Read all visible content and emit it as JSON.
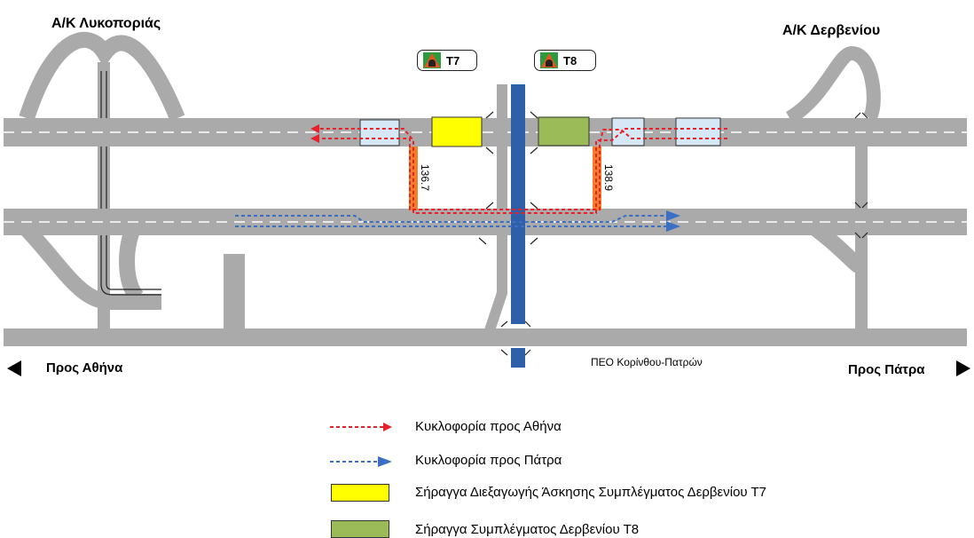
{
  "labels": {
    "node_left": "Α/Κ Λυκοποριάς",
    "node_right": "Α/Κ Δερβενίου",
    "dir_left": "Προς Αθήνα",
    "dir_right": "Προς Πάτρα",
    "road_old": "ΠΕΟ Κορίνθου-Πατρών",
    "km_left": "136.7",
    "km_right": "138.9"
  },
  "signs": {
    "t7": "T7",
    "t8": "T8"
  },
  "legend": {
    "red_traffic": "Κυκλοφορία προς Αθήνα",
    "blue_traffic": "Κυκλοφορία προς Πάτρα",
    "yellow_tunnel": "Σήραγγα Διεξαγωγής Άσκησης Συμπλέγματος Δερβενίου Τ7",
    "green_tunnel": "Σήραγγα Συμπλέγματος Δερβενίου Τ8"
  },
  "colors": {
    "road": "#aaaaaa",
    "red_traffic": "#e8202a",
    "blue_traffic": "#3a6fc4",
    "yellow_tunnel": "#ffff00",
    "green_tunnel": "#9bbb59",
    "river": "#2e5fa8",
    "crossover": "#f47f2b",
    "barrier_box": "#d6e8f5"
  }
}
